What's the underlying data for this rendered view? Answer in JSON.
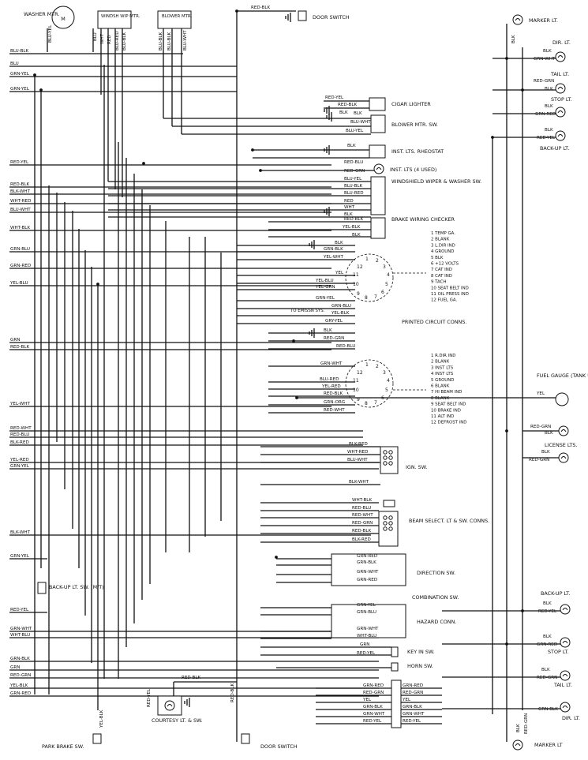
{
  "components": {
    "washer_mtr": "WASHER MTR.",
    "windsh_wip_mtr": "WINDSH WIP MTR.",
    "blower_mtr": "BLOWER MTR.",
    "door_switch_top": "DOOR SWITCH",
    "marker_lt_top": "MARKER LT.",
    "dir_lt_top": "DIR. LT.",
    "tail_lt_top": "TAIL LT.",
    "stop_lt_top": "STOP LT.",
    "back_up_lt_top": "BACK-UP LT.",
    "cigar_lighter": "CIGAR LIGHTER",
    "blower_mtr_sw": "BLOWER MTR. SW.",
    "inst_lts_rheostat": "INST. LTS. RHEOSTAT",
    "inst_lts_4_used": "INST. LTS (4 USED)",
    "wiper_washer_sw": "WINDSHIELD WIPER & WASHER SW.",
    "brake_wiring_checker": "BRAKE WIRING CHECKER",
    "to_emissn_sys": "TO EMISSN SYS.",
    "printed_circuit_conns": "PRINTED CIRCUIT CONNS.",
    "fuel_gauge": "FUEL GAUGE (TANK UNIT)",
    "license_lts": "LICENSE LTS.",
    "ign_sw": "IGN. SW.",
    "beam_select": "BEAM SELECT. LT & SW. CONNS.",
    "direction_sw": "DIRECTION SW.",
    "combination_sw": "COMBINATION SW.",
    "hazard_conn": "HAZARD CONN.",
    "back_up_lt_sw": "BACK-UP LT. SW. (M/T)",
    "back_up_lt_bottom": "BACK-UP LT.",
    "stop_lt_bottom": "STOP LT.",
    "tail_lt_bottom": "TAIL LT.",
    "dir_lt_bottom": "DIR. LT.",
    "marker_lt_bottom": "MARKER LT",
    "key_in_sw": "KEY IN SW.",
    "horn_sw": "HORN SW.",
    "courtesy_lt_sw": "COURTESY LT. & SW.",
    "park_brake_sw": "PARK BRAKE SW.",
    "door_switch_bottom": "DOOR SWITCH"
  },
  "connector_legend_1": [
    "1  TEMP GA.",
    "2  BLANK",
    "3  L.DIR IND",
    "4  GROUND",
    "5  BLK",
    "6  +12 VOLTS",
    "7  CAT IND",
    "8  CAT IND",
    "9  TACH",
    "10  SEAT BELT IND",
    "11  OIL PRESS IND",
    "12  FUEL GA."
  ],
  "connector_legend_2": [
    "1  R.DIR IND",
    "2  BLANK",
    "3  INST LTS",
    "4  INST LTS",
    "5  GROUND",
    "6  BLANK",
    "7  HI BEAM IND",
    "8  BLANK",
    "9  SEAT BELT IND",
    "10  BRAKE IND",
    "11  ALT IND",
    "12  DEFROST IND"
  ],
  "connector_pins_1": [
    "1",
    "2",
    "3",
    "4",
    "5",
    "6",
    "7",
    "8",
    "9",
    "10",
    "11",
    "12"
  ],
  "connector_pins_2": [
    "1",
    "2",
    "3",
    "4",
    "5",
    "6",
    "7",
    "8",
    "9",
    "10",
    "11",
    "12"
  ],
  "wire_labels": {
    "blu_yel_v": "BLU-YEL",
    "blu_v": "BLU",
    "wht_v": "WHT",
    "red_v": "RED",
    "blu_red_v": "BLU-RED",
    "blu_blk_v": "BLU-BLK",
    "blu_blk_v2": "BLU-BLK",
    "blu_blk_v3": "BLU-BLK",
    "blu_wht_v": "BLU-WHT",
    "red_blk_top": "RED-BLK",
    "left_blu_blk": "BLU-BLK",
    "left_blu": "BLU",
    "left_grn_yel": "GRN-YEL",
    "left_grn_yel2": "GRN-YEL",
    "left_red_yel": "RED-YEL",
    "left_red_blk": "RED-BLK",
    "left_blk_wht": "BLK-WHT",
    "left_wht_red": "WHT-RED",
    "left_blu_wht": "BLU-WHT",
    "left_wht_blk": "WHT-BLK",
    "left_grn_blu": "GRN-BLU",
    "left_grn_red": "GRN-RED",
    "left_yel_blu": "YEL-BLU",
    "left_grn": "GRN",
    "left_red_blk2": "RED-BLK",
    "left_yel_wht": "YEL-WHT",
    "left_red_wht": "RED-WHT",
    "left_red_blu": "RED-BLU",
    "left_blk_red": "BLK-RED",
    "left_yel_red": "YEL-RED",
    "left_grn_yel3": "GRN-YEL",
    "left_blk_wht2": "BLK-WHT",
    "left_grn_yel4": "GRN-YEL",
    "left_red_yel2": "RED-YEL",
    "left_grn_wht": "GRN-WHT",
    "left_wht_blu": "WHT-BLU",
    "left_grn_blk": "GRN-BLK",
    "left_grn2": "GRN",
    "left_red_grn": "RED-GRN",
    "left_yel_blk": "YEL-BLK",
    "left_grn_red2": "GRN-RED",
    "cig_red_yel": "RED-YEL",
    "cig_red_blk": "RED-BLK",
    "cig_blk": "BLK",
    "bms_blk": "BLK",
    "bms_blu_wht": "BLU-WHT",
    "bms_blu_yel": "BLU-YEL",
    "rh_blk": "BLK",
    "rh_red_blu": "RED-BLU",
    "il_red_grn": "RED-GRN",
    "ww_blu_yel": "BLU-YEL",
    "ww_blu_blk": "BLU-BLK",
    "ww_blu_red": "BLU-RED",
    "ww_red": "RED",
    "ww_wht": "WHT",
    "ww_blk": "BLK",
    "bwc_red_blk": "RED-BLK",
    "bwc_yel_blk": "YEL-BLK",
    "bwc_blk": "BLK",
    "c1_blk": "BLK",
    "c1_grn_blk": "GRN-BLK",
    "c1_yel_wht": "YEL-WHT",
    "c1_yel": "YEL",
    "c1_yel_blu": "YEL-BLU",
    "c1_yel_grn": "YEL-GRN",
    "c1_grn_yel": "GRN-YEL",
    "c1_grn_blu": "GRN-BLU",
    "c1_yel_blk": "YEL-BLK",
    "c1_gry_yel": "GRY-YEL",
    "c2_blk": "BLK",
    "c2_red_grn": "RED-GRN",
    "c2_red_blu": "RED-BLU",
    "c2_grn_wht": "GRN-WHT",
    "c2_blu_red": "BLU-RED",
    "c2_yel_red": "YEL-RED",
    "c2_red_blk": "RED-BLK",
    "c2_grn_org": "GRN-ORG",
    "c2_red_wht": "RED-WHT",
    "ign_blk_red": "BLK-RED",
    "ign_wht_red": "WHT-RED",
    "ign_blu_wht": "BLU-WHT",
    "ign_blk_wht": "BLK-WHT",
    "bs_wht_blk": "WHT-BLK",
    "bs_red_blu": "RED-BLU",
    "bs_red_wht": "RED-WHT",
    "bs_red_grn": "RED-GRN",
    "bs_red_blk": "RED-BLK",
    "bs_blk_red": "BLK-RED",
    "ds_grn_red": "GRN-RED",
    "ds_grn_blk": "GRN-BLK",
    "ds_grn_wht": "GRN-WHT",
    "ds_grn_red2": "GRN-RED",
    "hz_grn_yel": "GRN-YEL",
    "hz_grn_blu": "GRN-BLU",
    "hz_grn_wht": "GRN-WHT",
    "hz_wht_blu": "WHT-BLU",
    "ki_grn": "GRN",
    "ki_red_yel": "RED-YEL",
    "bc_grn_red": "GRN-RED",
    "bc_red_grn": "RED-GRN",
    "bc_yel": "YEL",
    "bc_grn_blk": "GRN-BLK",
    "bc_grn_wht": "GRN-WHT",
    "bc_red_yel": "RED-YEL",
    "bcr_grn_red": "GRN-RED",
    "bcr_red_grn": "RED-GRN",
    "bcr_yel": "YEL",
    "bcr_grn_blk": "GRN-BLK",
    "bcr_grn_wht": "GRN-WHT",
    "bcr_red_yel": "RED-YEL",
    "cl_red_blk": "RED-BLK",
    "cl_red_yel": "RED-YEL",
    "pb_yel_blk": "YEL-BLK",
    "ds2_red_blk": "RED-BLK",
    "r_blk1": "BLK",
    "r_grn_wht": "GRN-WHT",
    "r_red_grn": "RED-GRN",
    "r_blk2": "BLK",
    "r_grn_red": "GRN-RED",
    "r_blk3": "BLK",
    "r_red_yel": "RED-YEL",
    "r_blk_v": "BLK",
    "r_yel": "YEL",
    "r_red_grn2": "RED-GRN",
    "r_blk4": "BLK",
    "r_blk5": "BLK",
    "r_red_grn3": "RED-GRN",
    "r_blk6": "BLK",
    "r_red_yel2": "RED-YEL",
    "r_blk7": "BLK",
    "r_grn_red2": "GRN-RED",
    "r_blk8": "BLK",
    "r_red_grn4": "RED-GRN",
    "r_blk9": "BLK",
    "r_grn_blk": "GRN-BLK",
    "r_blk_v2": "BLK",
    "r_red_grn_v": "RED-GRN"
  }
}
